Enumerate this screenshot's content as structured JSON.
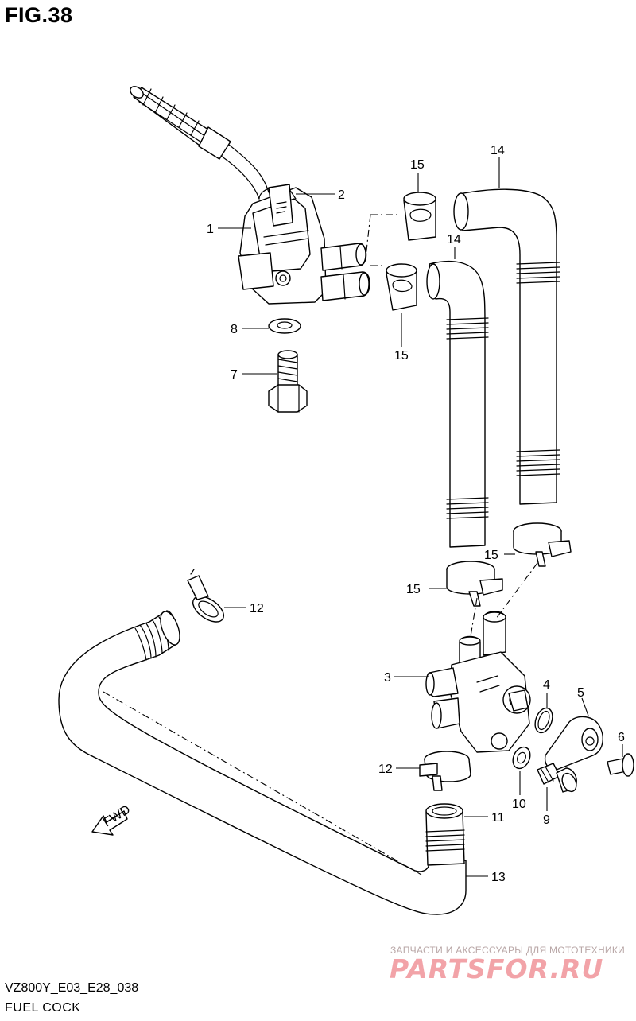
{
  "figure": {
    "title": "FIG.38",
    "model_code": "VZ800Y_E03_E28_038",
    "caption": "FUEL COCK"
  },
  "watermark": {
    "tagline": "ЗАПЧАСТИ И АКСЕССУАРЫ ДЛЯ МОТОТЕХНИКИ",
    "logo": "PARTSFOR.RU"
  },
  "direction_marker": "FWD",
  "callouts": {
    "c1": "1",
    "c2": "2",
    "c3": "3",
    "c4": "4",
    "c5": "5",
    "c6": "6",
    "c7": "7",
    "c8": "8",
    "c9": "9",
    "c10": "10",
    "c11": "11",
    "c12a": "12",
    "c12b": "12",
    "c13": "13",
    "c14a": "14",
    "c14b": "14",
    "c15a": "15",
    "c15b": "15",
    "c15c": "15",
    "c15d": "15"
  }
}
